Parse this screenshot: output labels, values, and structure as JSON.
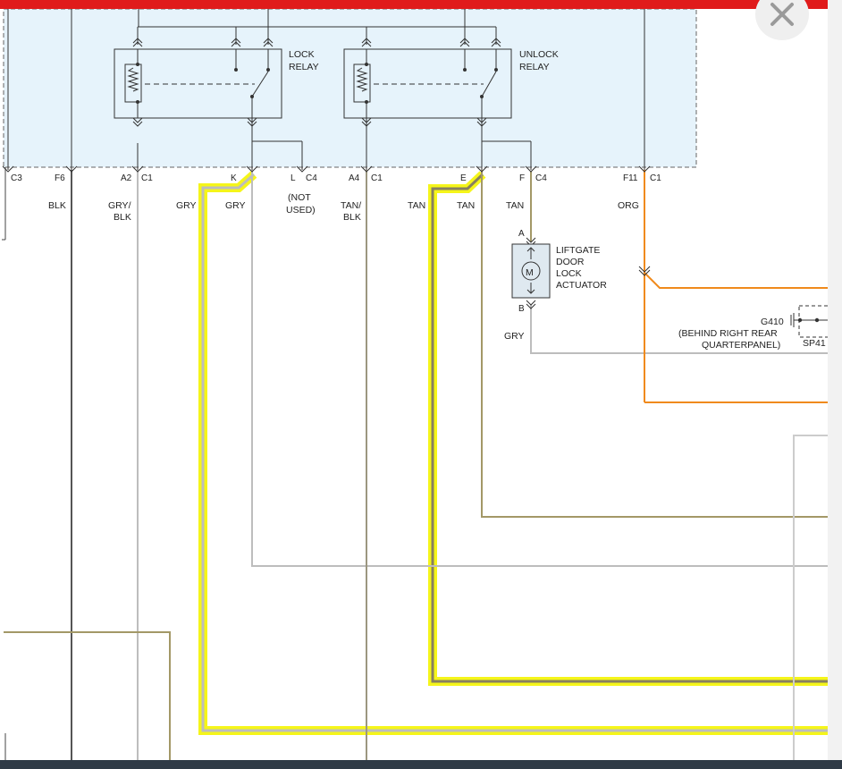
{
  "relays": {
    "lock": {
      "line1": "LOCK",
      "line2": "RELAY"
    },
    "unlock": {
      "line1": "UNLOCK",
      "line2": "RELAY"
    }
  },
  "connectors": {
    "c3": "C3",
    "f6": "F6",
    "a2": "A2",
    "c1a": "C1",
    "k": "K",
    "l": "L",
    "c4a": "C4",
    "a4": "A4",
    "c1b": "C1",
    "e": "E",
    "f": "F",
    "c4b": "C4",
    "f11": "F11",
    "c1c": "C1"
  },
  "wires": {
    "blk": "BLK",
    "gry_blk_1": "GRY/",
    "gry_blk_2": "BLK",
    "gry_out": "GRY",
    "gry_k": "GRY",
    "not_used_1": "(NOT",
    "not_used_2": "USED)",
    "tan_blk_1": "TAN/",
    "tan_blk_2": "BLK",
    "tan_out": "TAN",
    "tan_e": "TAN",
    "tan_f": "TAN",
    "org": "ORG",
    "gry_b": "GRY"
  },
  "actuator": {
    "pin_a": "A",
    "pin_b": "B",
    "motor": "M",
    "line1": "LIFTGATE",
    "line2": "DOOR",
    "line3": "LOCK",
    "line4": "ACTUATOR"
  },
  "ground": {
    "id": "G410",
    "loc1": "(BEHIND RIGHT REAR",
    "loc2": "QUARTERPANEL)",
    "splice": "SP41"
  },
  "wire_colors": {
    "gray": "#bdbdbd",
    "tan": "#a39867",
    "black": "#555555",
    "orange": "#f08a1c",
    "highlight": "#f5f51a",
    "module_fill": "#e6f3fb"
  },
  "icons": {
    "close": "close-icon"
  }
}
